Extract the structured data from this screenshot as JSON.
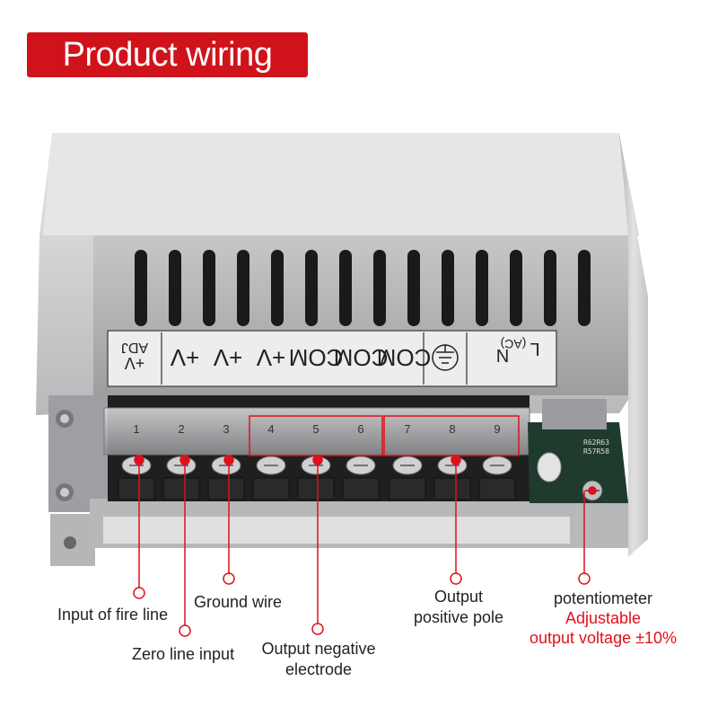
{
  "title": "Product wiring",
  "device_label_strip": {
    "terminals": [
      "+V ADJ",
      "+V",
      "+V",
      "+V",
      "COM",
      "COM",
      "COM",
      "⏚",
      "N",
      "L",
      "(AC)"
    ]
  },
  "terminal_numbers": [
    "1",
    "2",
    "3",
    "4",
    "5",
    "6",
    "7",
    "8",
    "9"
  ],
  "callouts": {
    "fire_line": "Input of fire line",
    "zero_line": "Zero line input",
    "ground": "Ground wire",
    "negative_line1": "Output  negative",
    "negative_line2": "electrode",
    "positive_line1": "Output",
    "positive_line2": "positive pole",
    "pot_line1": "potentiometer",
    "pot_line2": "Adjustable",
    "pot_line3": "output voltage ±10%"
  },
  "colors": {
    "accent": "#d0121b",
    "callout_red": "#e0101a"
  }
}
